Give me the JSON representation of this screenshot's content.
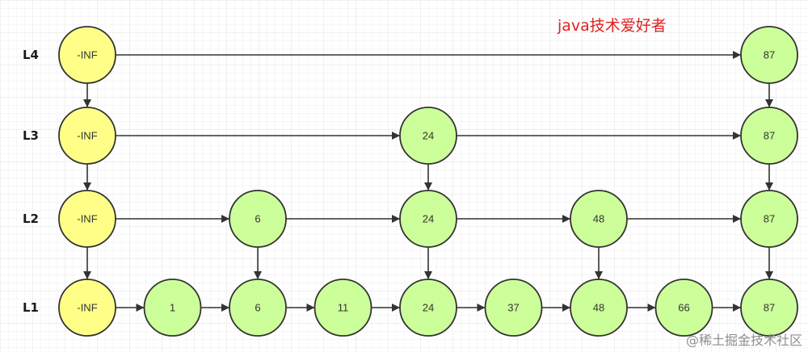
{
  "title": "java技术爱好者",
  "watermark": "@稀土掘金技术社区",
  "colors": {
    "head_fill": "#ffff88",
    "node_fill": "#ccff99",
    "stroke": "#333333",
    "title": "#e02020",
    "grid": "#e6e6e6",
    "watermark": "#8f8f8f"
  },
  "levels": [
    {
      "label": "L4",
      "nodes": [
        "-INF",
        "87"
      ]
    },
    {
      "label": "L3",
      "nodes": [
        "-INF",
        "24",
        "87"
      ]
    },
    {
      "label": "L2",
      "nodes": [
        "-INF",
        "6",
        "24",
        "48",
        "87"
      ]
    },
    {
      "label": "L1",
      "nodes": [
        "-INF",
        "1",
        "6",
        "11",
        "24",
        "37",
        "48",
        "66",
        "87"
      ]
    }
  ]
}
